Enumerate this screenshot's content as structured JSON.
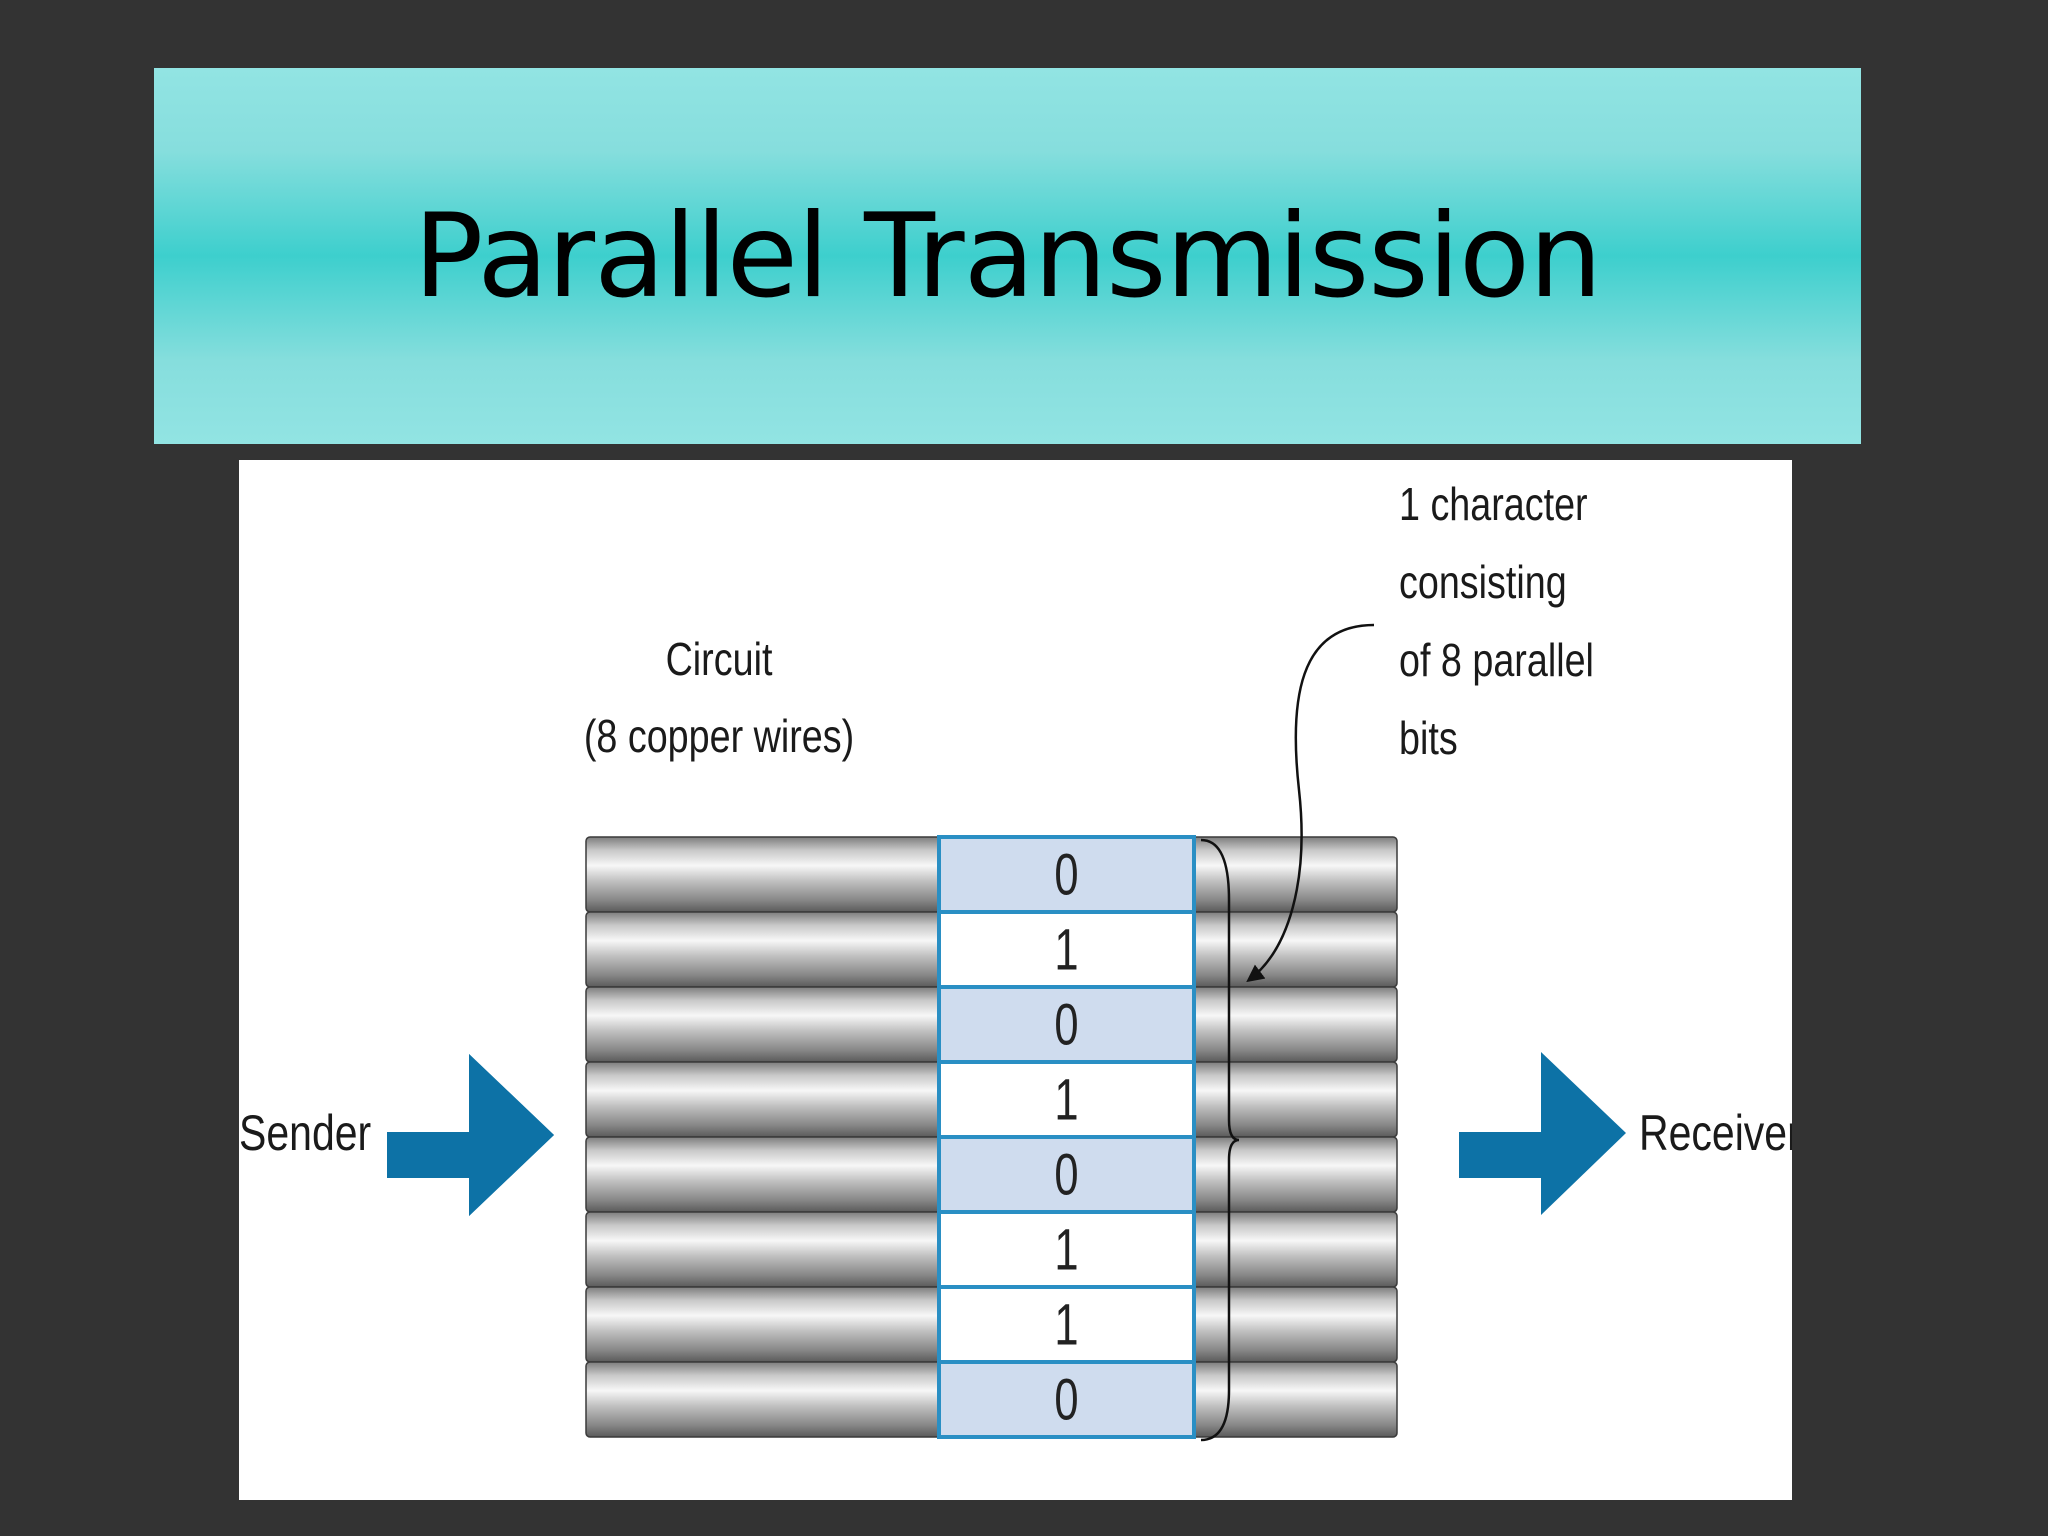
{
  "slide": {
    "title": "Parallel Transmission"
  },
  "diagram": {
    "circuit_label_line1": "Circuit",
    "circuit_label_line2": "(8 copper wires)",
    "character_label_lines": [
      "1 character",
      "consisting",
      "of 8 parallel",
      "bits"
    ],
    "sender_label": "Sender",
    "receiver_label": "Receiver",
    "bits": [
      "0",
      "1",
      "0",
      "1",
      "0",
      "1",
      "1",
      "0"
    ],
    "colors": {
      "arrow": "#0d72a6",
      "bit_box_border": "#2a8fc4",
      "bit_shade_zero": "#cfdcee",
      "bit_shade_one": "#ffffff",
      "title_banner": "#3dcfcd"
    }
  }
}
